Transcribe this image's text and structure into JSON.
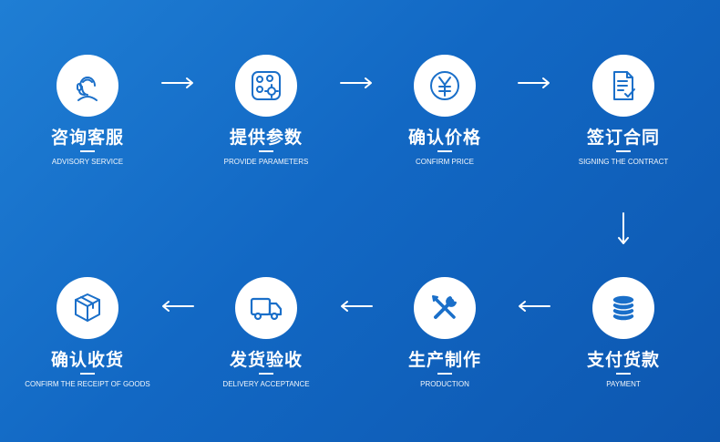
{
  "steps": [
    {
      "title": "咨询客服",
      "subtitle": "ADVISORY SERVICE",
      "icon": "customer-service-icon"
    },
    {
      "title": "提供参数",
      "subtitle": "PROVIDE PARAMETERS",
      "icon": "parameters-icon"
    },
    {
      "title": "确认价格",
      "subtitle": "CONFIRM PRICE",
      "icon": "yuan-icon"
    },
    {
      "title": "签订合同",
      "subtitle": "SIGNING THE CONTRACT",
      "icon": "contract-icon"
    },
    {
      "title": "支付货款",
      "subtitle": "PAYMENT",
      "icon": "coins-icon"
    },
    {
      "title": "生产制作",
      "subtitle": "PRODUCTION",
      "icon": "tools-icon"
    },
    {
      "title": "发货验收",
      "subtitle": "DELIVERY ACCEPTANCE",
      "icon": "truck-icon"
    },
    {
      "title": "确认收货",
      "subtitle": "CONFIRM THE RECEIPT OF GOODS",
      "icon": "box-icon"
    }
  ],
  "colors": {
    "accent": "#1268c4",
    "icon": "#1a6fc9",
    "foreground": "#ffffff"
  }
}
